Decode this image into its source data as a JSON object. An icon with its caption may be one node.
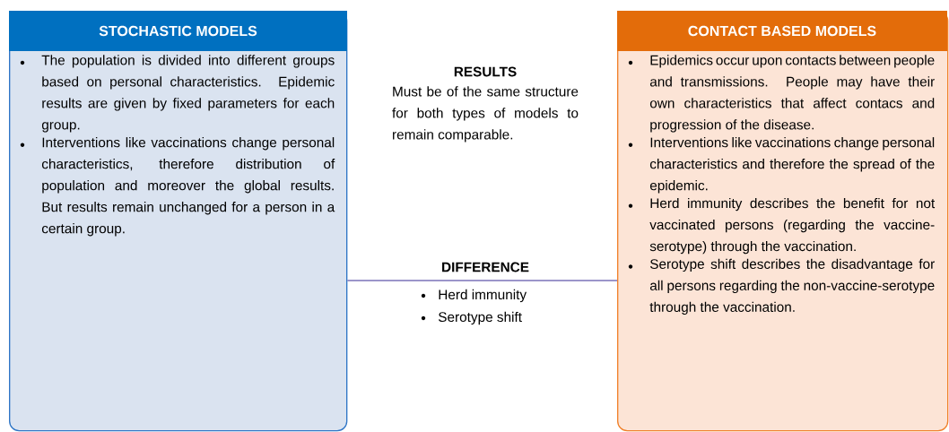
{
  "diagram": {
    "nodes": [
      {
        "text": [
          "STOCHASTIC MODELS",
          "The population is divided into different groups based on personal characteristics. Epidemic results are given by fixed parameters for each group.",
          "Interventions like vaccinations change personal characteristics, therefore distribution of population and moreover the global results. But results remain unchanged for a person in a certain group."
        ]
      },
      {
        "text": [
          "CONTACT BASED MODELS",
          "Epidemics occur upon contacts between people and transmissions. People may have their own characteristics that affect contacs and progression of the disease.",
          "Interventions like vaccinations change personal characteristics and therefore the spread of the epidemic.",
          "Herd immunity describes the benefit for not vaccinated persons (regarding the vaccine-serotype) through the vaccination.",
          "Serotype shift describes the disadvantage for all persons regarding the non-vaccine-serotype through the vaccination."
        ]
      }
    ],
    "edges": [
      {
        "from": 0,
        "to": 1,
        "arrow": "none"
      }
    ],
    "labels": [
      "RESULTS",
      "Must be of the same structure for both types of models to remain comparable.",
      "DIFFERENCE",
      "Herd immunity",
      "Serotype shift"
    ]
  }
}
